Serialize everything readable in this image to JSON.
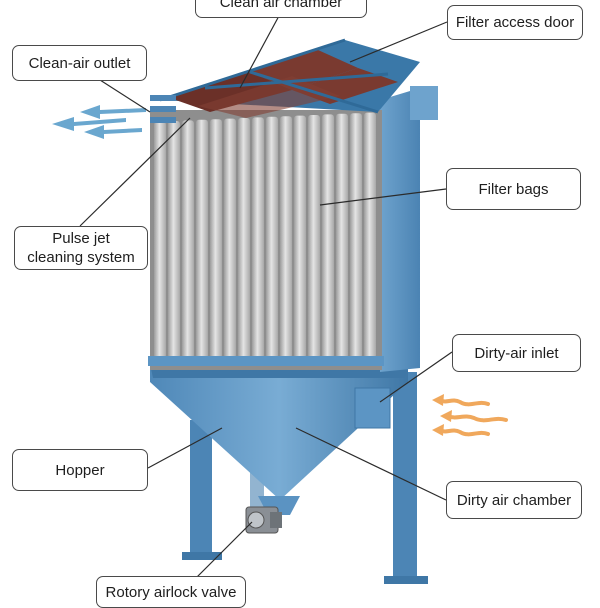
{
  "labels": {
    "clean_air_chamber": "Clean air chamber",
    "filter_access_door": "Filter access door",
    "clean_air_outlet": "Clean-air outlet",
    "filter_bags": "Filter bags",
    "pulse_jet": "Pulse jet\ncleaning system",
    "dirty_air_inlet": "Dirty-air inlet",
    "hopper": "Hopper",
    "dirty_air_chamber": "Dirty air chamber",
    "rotary_valve": "Rotory airlock valve"
  },
  "colors": {
    "housing": "#5c95c4",
    "housing_dark": "#3f77a6",
    "housing_light": "#7fb0d8",
    "bags": "#bfbfbf",
    "roof_panel": "#7a3a30",
    "clean_air_arrow": "#6aa7cf",
    "dirty_air_arrow": "#f0a85c",
    "leader_line": "#2b2b2b"
  }
}
